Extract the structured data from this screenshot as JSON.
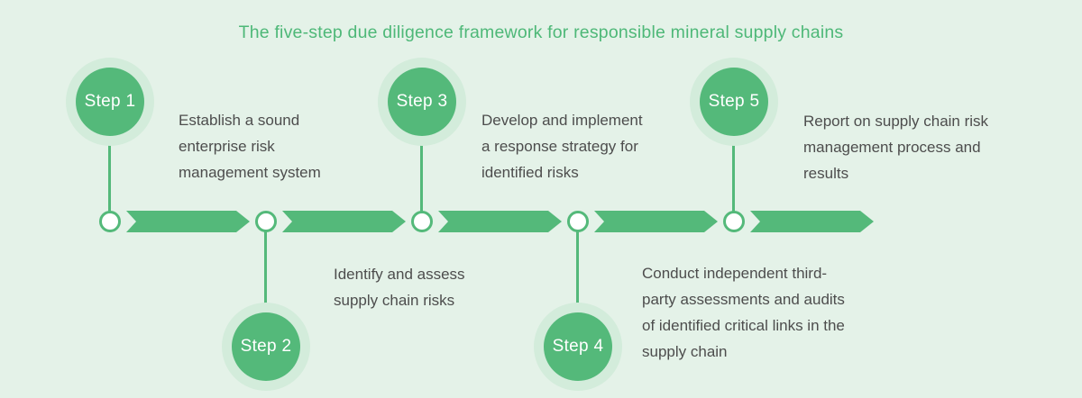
{
  "title": "The five-step due diligence framework for responsible mineral supply chains",
  "timeline": {
    "direction": "left-to-right",
    "arrow_count": 5
  },
  "steps": [
    {
      "label": "Step 1",
      "placement": "above",
      "description": "Establish a sound\nenterprise risk\nmanagement system"
    },
    {
      "label": "Step 2",
      "placement": "below",
      "description": "Identify and assess\nsupply chain risks"
    },
    {
      "label": "Step 3",
      "placement": "above",
      "description": "Develop and implement\na response strategy for\nidentified risks"
    },
    {
      "label": "Step 4",
      "placement": "below",
      "description": "Conduct independent third-\nparty assessments and audits\nof identified critical links in the\nsupply chain"
    },
    {
      "label": "Step 5",
      "placement": "above",
      "description": "Report on supply chain risk\nmanagement process and\nresults"
    }
  ],
  "colors": {
    "background": "#e4f2e8",
    "accent_green": "#54b97a",
    "halo_green": "#d3ecdb",
    "title_green": "#4eb878",
    "text_gray": "#4d4d4d",
    "node_fill": "#ffffff",
    "step_label_text": "#ffffff"
  }
}
